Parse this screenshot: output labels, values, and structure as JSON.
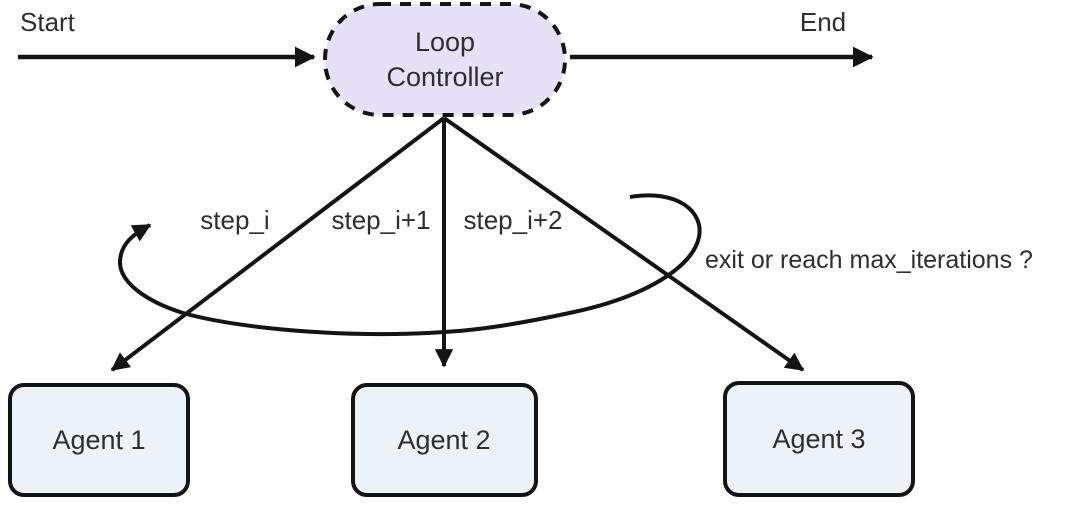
{
  "diagram": {
    "start_label": "Start",
    "end_label": "End",
    "controller": {
      "line1": "Loop",
      "line2": "Controller"
    },
    "step_labels": [
      "step_i",
      "step_i+1",
      "step_i+2"
    ],
    "loop_condition_label": "exit or reach max_iterations ?",
    "agents": [
      {
        "label": "Agent 1"
      },
      {
        "label": "Agent 2"
      },
      {
        "label": "Agent 3"
      }
    ],
    "colors": {
      "controller_fill": "#e7e1f7",
      "agent_fill": "#edf1f8",
      "stroke": "#141414",
      "label_text": "#2e2e2e",
      "controller_text": "#373150",
      "agent_text": "#343b49"
    }
  }
}
